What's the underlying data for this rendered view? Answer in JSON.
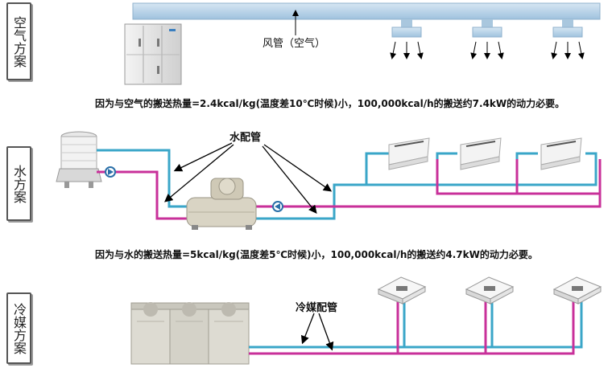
{
  "sections": {
    "air": {
      "label": "空气方案",
      "duct_label": "风管（空气）",
      "caption": "因为与空气的搬送热量=2.4kcal/kg(温度差10℃时候)小，100,000kcal/h的搬送约7.4kW的动力必要。"
    },
    "water": {
      "label": "水方案",
      "pipe_label": "水配管",
      "caption": "因为与水的搬送热量=5kcal/kg(温度差5℃时候)小，100,000kcal/h的搬送约4.7kW的动力必要。"
    },
    "refrigerant": {
      "label": "冷媒方案",
      "pipe_label": "冷媒配管"
    }
  },
  "colors": {
    "pipe_supply": "#3aa6c8",
    "pipe_return": "#c8309a",
    "duct": "#bcd6ea"
  }
}
